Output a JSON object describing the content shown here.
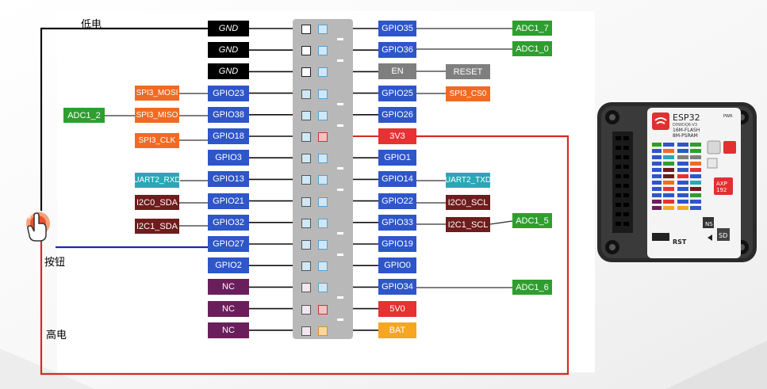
{
  "colors": {
    "black": "#000000",
    "blue": "#2e56c9",
    "gray": "#7f7f7f",
    "orange": "#f26a22",
    "green": "#2e9e2e",
    "teal": "#2aa6b8",
    "darkred": "#6e1c1c",
    "purple": "#6a1f5c",
    "red": "#e63232",
    "amber": "#f5a623",
    "wire_red": "#d62828",
    "wire_blue": "#1f2aa3"
  },
  "labels": {
    "low_power": "低电",
    "button": "按钮",
    "high_power": "高电"
  },
  "left_pins": [
    {
      "label": "GND",
      "color": "black",
      "style": "gnd"
    },
    {
      "label": "GND",
      "color": "black",
      "style": "gnd"
    },
    {
      "label": "GND",
      "color": "black",
      "style": "gnd"
    },
    {
      "label": "GPIO23",
      "color": "blue"
    },
    {
      "label": "GPIO38",
      "color": "blue"
    },
    {
      "label": "GPIO18",
      "color": "blue"
    },
    {
      "label": "GPIO3",
      "color": "blue"
    },
    {
      "label": "GPIO13",
      "color": "blue"
    },
    {
      "label": "GPIO21",
      "color": "blue"
    },
    {
      "label": "GPIO32",
      "color": "blue"
    },
    {
      "label": "GPIO27",
      "color": "blue"
    },
    {
      "label": "GPIO2",
      "color": "blue"
    },
    {
      "label": "NC",
      "color": "purple"
    },
    {
      "label": "NC",
      "color": "purple"
    },
    {
      "label": "NC",
      "color": "purple"
    }
  ],
  "right_pins": [
    {
      "label": "GPIO35",
      "color": "blue"
    },
    {
      "label": "GPIO36",
      "color": "blue"
    },
    {
      "label": "EN",
      "color": "gray"
    },
    {
      "label": "GPIO25",
      "color": "blue"
    },
    {
      "label": "GPIO26",
      "color": "blue"
    },
    {
      "label": "3V3",
      "color": "red"
    },
    {
      "label": "GPIO1",
      "color": "blue"
    },
    {
      "label": "GPIO14",
      "color": "blue"
    },
    {
      "label": "GPIO22",
      "color": "blue"
    },
    {
      "label": "GPIO33",
      "color": "blue"
    },
    {
      "label": "GPIO19",
      "color": "blue"
    },
    {
      "label": "GPIO0",
      "color": "blue"
    },
    {
      "label": "GPIO34",
      "color": "blue"
    },
    {
      "label": "5V0",
      "color": "red"
    },
    {
      "label": "BAT",
      "color": "amber"
    }
  ],
  "left_tags": {
    "spi3_mosi": "SPI3_MOSI",
    "spi3_miso": "SPI3_MISO",
    "adc1_2": "ADC1_2",
    "spi3_clk": "SPI3_CLK",
    "uart2_rxd": "UART2_RXD",
    "i2c0_sda": "I2C0_SDA",
    "i2c1_sda": "I2C1_SDA"
  },
  "right_tags": {
    "adc1_7": "ADC1_7",
    "adc1_0": "ADC1_0",
    "reset": "RESET",
    "spi3_cs0": "SPI3_CS0",
    "uart2_txd": "UART2_TXD",
    "i2c0_scl": "I2C0_SCL",
    "i2c1_scl": "I2C1_SCL",
    "adc1_5": "ADC1_5",
    "adc1_6": "ADC1_6"
  },
  "device": {
    "chip": "ESP32",
    "model": "D0WDQ6-V3",
    "flash": "16M-FLASH",
    "psram": "8M-PSRAM",
    "pwr": "PWR",
    "axp": "AXP",
    "axp_num": "192",
    "rst": "RST",
    "sd": "SD",
    "ns": "NS"
  }
}
